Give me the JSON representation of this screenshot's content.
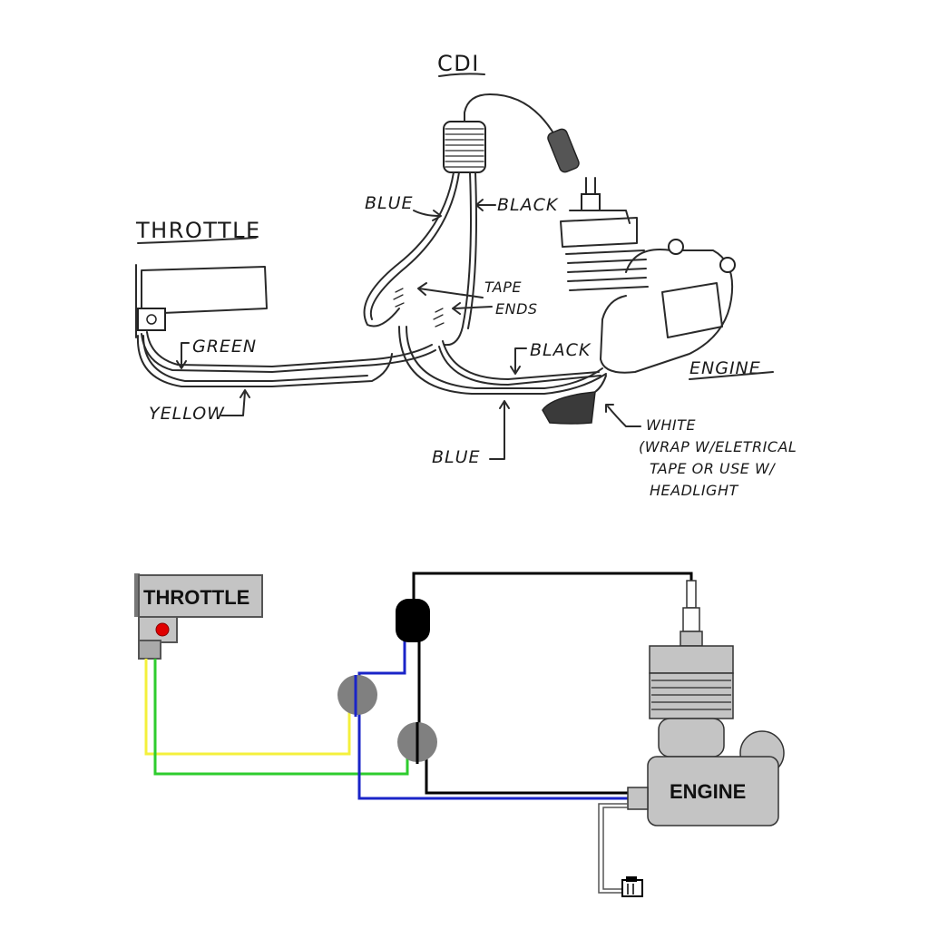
{
  "sketch": {
    "cdi_label": "CDI",
    "throttle_label": "THROTTLE",
    "blue_top_label": "BLUE",
    "black_top_label": "BLACK",
    "tape_ends_line1": "TAPE",
    "tape_ends_line2": "ENDS",
    "green_label": "GREEN",
    "yellow_label": "YELLOW",
    "black_mid_label": "BLACK",
    "engine_label": "ENGINE",
    "blue_bottom_label": "BLUE",
    "white_note_line1": "WHITE",
    "white_note_line2": "(WRAP W/ELETRICAL",
    "white_note_line3": "TAPE OR USE W/",
    "white_note_line4": "HEADLIGHT"
  },
  "schematic": {
    "throttle_label": "THROTTLE",
    "engine_label": "ENGINE"
  },
  "colors": {
    "yellow_wire": "#f4f03c",
    "green_wire": "#2ecc2e",
    "blue_wire": "#1a24c8",
    "black_wire": "#000000",
    "cdi_body": "#000000",
    "connector": "#808080",
    "housing": "#c4c4c4",
    "throttle_button": "#e00000"
  }
}
